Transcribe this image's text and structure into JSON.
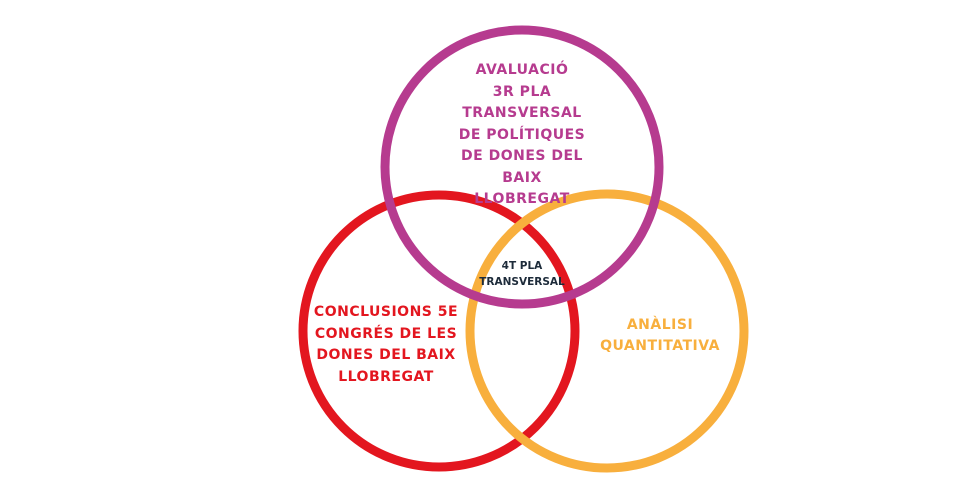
{
  "colors": {
    "purple": "#B63B8F",
    "red": "#E3161F",
    "orange": "#F8AF3D",
    "center_text": "#1D2B3A"
  },
  "sets": [
    {
      "id": "purple",
      "label": "AVALUACIÓ\n3R PLA\nTRANSVERSAL\nDE POLÍTIQUES\nDE DONES DEL\nBAIX\nLLOBREGAT"
    },
    {
      "id": "red",
      "label": "CONCLUSIONS 5E\nCONGRÉS DE LES\nDONES DEL BAIX\nLLOBREGAT"
    },
    {
      "id": "orange",
      "label": "ANÀLISI\nQUANTITATIVA"
    }
  ],
  "intersection": {
    "label": "4T PLA\nTRANSVERSAL"
  }
}
